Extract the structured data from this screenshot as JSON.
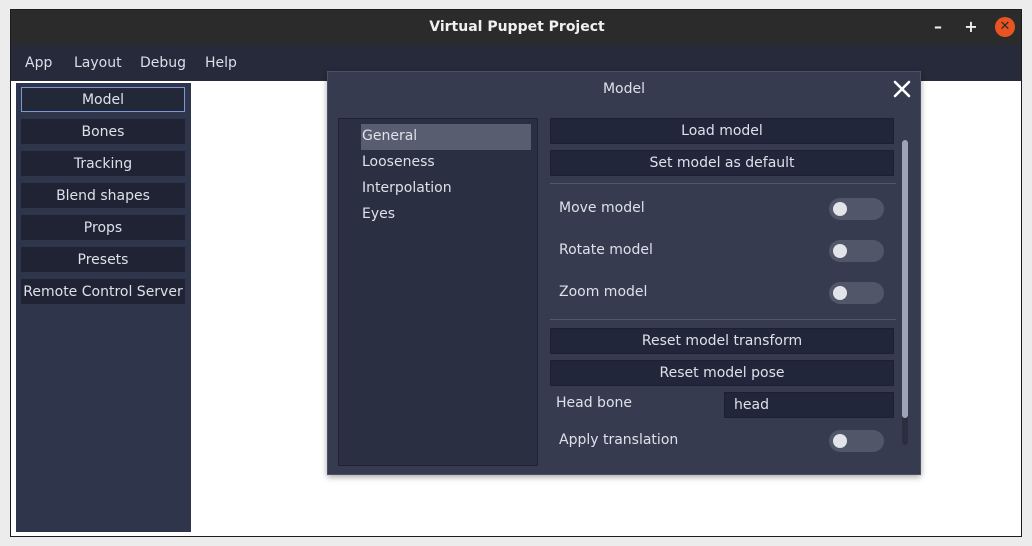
{
  "window": {
    "title": "Virtual Puppet Project",
    "minimize_glyph": "–",
    "maximize_glyph": "+",
    "close_glyph": "✕",
    "accent_color": "#e95420"
  },
  "menubar": {
    "items": [
      "App",
      "Layout",
      "Debug",
      "Help"
    ]
  },
  "sidebar": {
    "items": [
      {
        "label": "Model",
        "active": true
      },
      {
        "label": "Bones",
        "active": false
      },
      {
        "label": "Tracking",
        "active": false
      },
      {
        "label": "Blend shapes",
        "active": false
      },
      {
        "label": "Props",
        "active": false
      },
      {
        "label": "Presets",
        "active": false
      },
      {
        "label": "Remote Control Server",
        "active": false
      }
    ]
  },
  "dialog": {
    "title": "Model",
    "close_icon": "close-icon",
    "categories": [
      {
        "label": "General",
        "selected": true
      },
      {
        "label": "Looseness",
        "selected": false
      },
      {
        "label": "Interpolation",
        "selected": false
      },
      {
        "label": "Eyes",
        "selected": false
      }
    ],
    "buttons": {
      "load_model": "Load model",
      "set_default": "Set model as default",
      "reset_transform": "Reset model transform",
      "reset_pose": "Reset model pose"
    },
    "toggles": {
      "move_model": {
        "label": "Move model",
        "on": false
      },
      "rotate_model": {
        "label": "Rotate model",
        "on": false
      },
      "zoom_model": {
        "label": "Zoom model",
        "on": false
      },
      "apply_translation": {
        "label": "Apply translation",
        "on": false
      }
    },
    "head_bone": {
      "label": "Head bone",
      "value": "head"
    }
  }
}
